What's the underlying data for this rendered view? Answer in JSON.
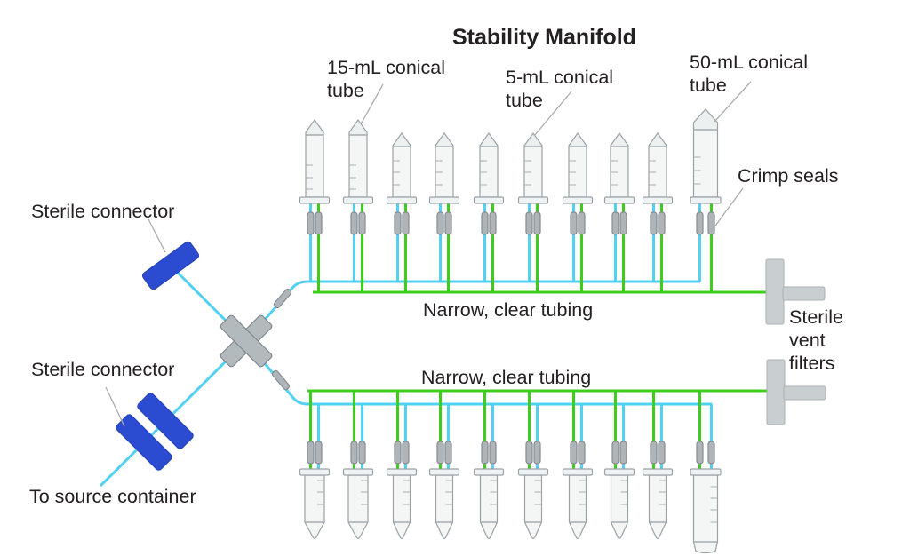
{
  "title": "Stability Manifold",
  "labels": {
    "tube_15ml": {
      "line1": "15-mL conical",
      "line2": "tube"
    },
    "tube_5ml": {
      "line1": "5-mL conical",
      "line2": "tube"
    },
    "tube_50ml": {
      "line1": "50-mL conical",
      "line2": "tube"
    },
    "crimp_seals": "Crimp seals",
    "sterile_connector_top": "Sterile connector",
    "sterile_connector_bottom": "Sterile connector",
    "to_source_container": "To source container",
    "narrow_clear_tubing_top": "Narrow, clear tubing",
    "narrow_clear_tubing_bottom": "Narrow, clear tubing",
    "sterile_vent_filters": {
      "line1": "Sterile",
      "line2": "vent",
      "line3": "filters"
    }
  },
  "colors": {
    "clear_tubing_cyan": "#52d1f3",
    "green_tubing": "#3fcd1d",
    "connector_blue": "#2b4cd0",
    "crimp_seal_gray": "#aeb4b8",
    "junction_gray": "#b3babd",
    "vent_filter_gray": "#c9ced0",
    "tube_fill": "#f4f6f6",
    "tube_outline": "#9aa2a6",
    "label_text": "#242021"
  },
  "manifold": {
    "tubes_per_row": 10,
    "rows": [
      {
        "id": "top",
        "orientation": "up",
        "tube_sizes_ml": [
          15,
          15,
          5,
          5,
          5,
          5,
          5,
          5,
          5,
          50
        ]
      },
      {
        "id": "bottom",
        "orientation": "down",
        "tube_sizes_ml": [
          15,
          15,
          5,
          5,
          5,
          5,
          5,
          5,
          5,
          50
        ]
      }
    ],
    "sterile_connector_count": 3,
    "vent_filter_count": 2,
    "crimp_seals_per_tube": 2
  }
}
